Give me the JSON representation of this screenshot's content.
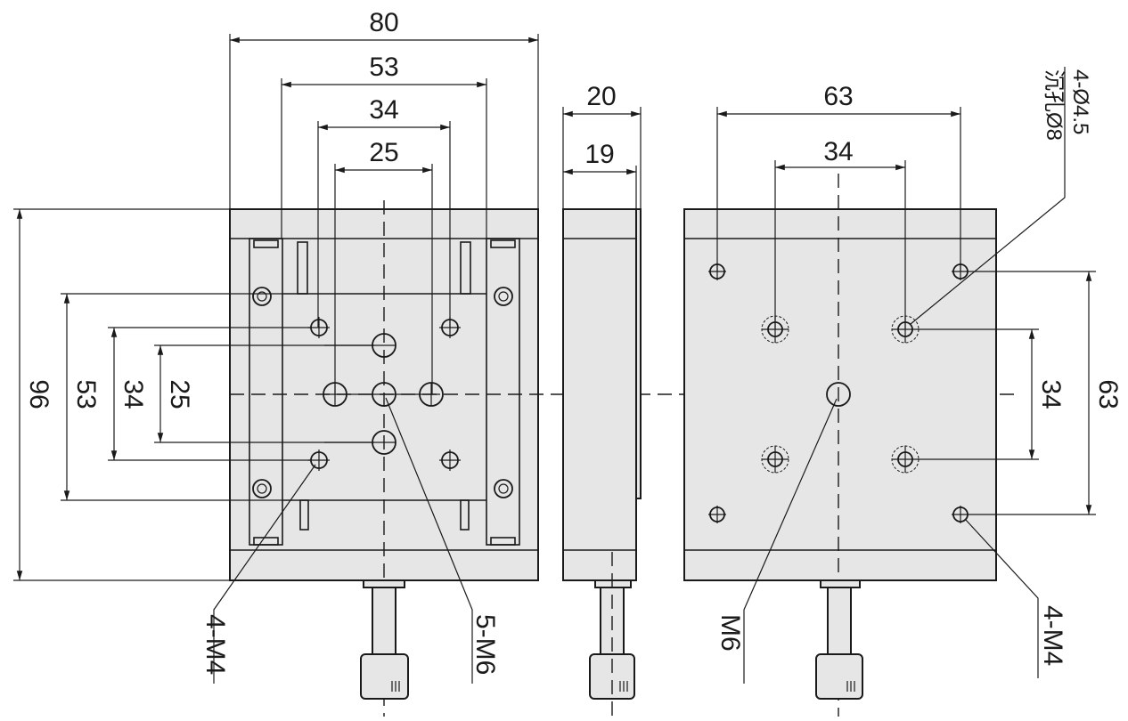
{
  "front_view": {
    "dimensions": {
      "width_overall": "80",
      "width_53": "53",
      "width_34": "34",
      "width_25": "25",
      "height_overall": "96",
      "height_53": "53",
      "height_34": "34",
      "height_25": "25"
    },
    "callouts": {
      "m4": "4-M4",
      "m6": "5-M6"
    }
  },
  "side_view": {
    "dimensions": {
      "thickness_total": "20",
      "thickness_body": "19"
    }
  },
  "rear_view": {
    "dimensions": {
      "width_63": "63",
      "width_34": "34",
      "height_34": "34",
      "height_63": "63"
    },
    "callouts": {
      "counterbore_holes": "4-Ø4.5",
      "counterbore_depth": "沉孔Ø8",
      "m6": "M6",
      "m4": "4-M4"
    }
  }
}
